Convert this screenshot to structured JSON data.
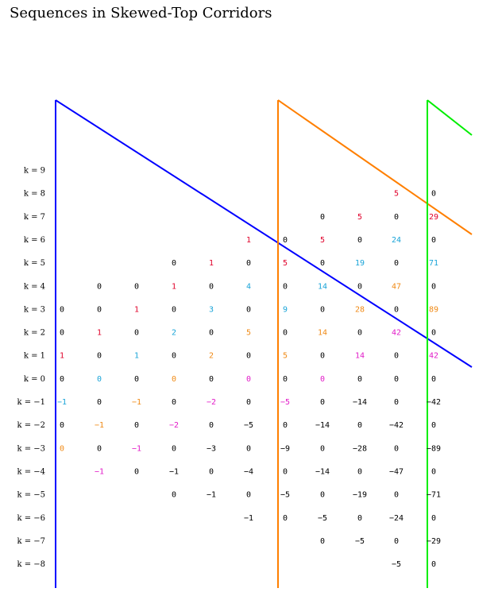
{
  "title": "Sequences in Skewed-Top Corridors",
  "colors": {
    "red": "#e0002a",
    "cyan": "#1aa4d8",
    "orange": "#f08a16",
    "magenta": "#e21cc8",
    "black": "#000000",
    "corridor_blue": "#0000ff",
    "corridor_orange": "#ff7f00",
    "corridor_green": "#00ee00"
  },
  "row_labels": [
    "k = 9",
    "k = 8",
    "k = 7",
    "k = 6",
    "k = 5",
    "k = 4",
    "k = 3",
    "k = 2",
    "k = 1",
    "k = 0",
    "k = −1",
    "k = −2",
    "k = −3",
    "k = −4",
    "k = −5",
    "k = −6",
    "k = −7",
    "k = −8"
  ],
  "cells": [
    {
      "k": 3,
      "c": 0,
      "t": "0",
      "col": "black"
    },
    {
      "k": 2,
      "c": 0,
      "t": "0",
      "col": "black"
    },
    {
      "k": 1,
      "c": 0,
      "t": "1",
      "col": "red"
    },
    {
      "k": 0,
      "c": 0,
      "t": "0",
      "col": "black"
    },
    {
      "k": -1,
      "c": 0,
      "t": "−1",
      "col": "cyan"
    },
    {
      "k": -2,
      "c": 0,
      "t": "0",
      "col": "black"
    },
    {
      "k": -3,
      "c": 0,
      "t": "0",
      "col": "orange"
    },
    {
      "k": 4,
      "c": 1,
      "t": "0",
      "col": "black"
    },
    {
      "k": 3,
      "c": 1,
      "t": "0",
      "col": "black"
    },
    {
      "k": 2,
      "c": 1,
      "t": "1",
      "col": "red"
    },
    {
      "k": 1,
      "c": 1,
      "t": "0",
      "col": "black"
    },
    {
      "k": 0,
      "c": 1,
      "t": "0",
      "col": "cyan"
    },
    {
      "k": -1,
      "c": 1,
      "t": "0",
      "col": "black"
    },
    {
      "k": -2,
      "c": 1,
      "t": "−1",
      "col": "orange"
    },
    {
      "k": -3,
      "c": 1,
      "t": "0",
      "col": "black"
    },
    {
      "k": -4,
      "c": 1,
      "t": "−1",
      "col": "magenta"
    },
    {
      "k": 4,
      "c": 2,
      "t": "0",
      "col": "black"
    },
    {
      "k": 3,
      "c": 2,
      "t": "1",
      "col": "red"
    },
    {
      "k": 2,
      "c": 2,
      "t": "0",
      "col": "black"
    },
    {
      "k": 1,
      "c": 2,
      "t": "1",
      "col": "cyan"
    },
    {
      "k": 0,
      "c": 2,
      "t": "0",
      "col": "black"
    },
    {
      "k": -1,
      "c": 2,
      "t": "−1",
      "col": "orange"
    },
    {
      "k": -2,
      "c": 2,
      "t": "0",
      "col": "black"
    },
    {
      "k": -3,
      "c": 2,
      "t": "−1",
      "col": "magenta"
    },
    {
      "k": -4,
      "c": 2,
      "t": "0",
      "col": "black"
    },
    {
      "k": 5,
      "c": 3,
      "t": "0",
      "col": "black"
    },
    {
      "k": 4,
      "c": 3,
      "t": "1",
      "col": "red"
    },
    {
      "k": 3,
      "c": 3,
      "t": "0",
      "col": "black"
    },
    {
      "k": 2,
      "c": 3,
      "t": "2",
      "col": "cyan"
    },
    {
      "k": 1,
      "c": 3,
      "t": "0",
      "col": "black"
    },
    {
      "k": 0,
      "c": 3,
      "t": "0",
      "col": "orange"
    },
    {
      "k": -1,
      "c": 3,
      "t": "0",
      "col": "black"
    },
    {
      "k": -2,
      "c": 3,
      "t": "−2",
      "col": "magenta"
    },
    {
      "k": -3,
      "c": 3,
      "t": "0",
      "col": "black"
    },
    {
      "k": -4,
      "c": 3,
      "t": "−1",
      "col": "black"
    },
    {
      "k": -5,
      "c": 3,
      "t": "0",
      "col": "black"
    },
    {
      "k": 5,
      "c": 4,
      "t": "1",
      "col": "red"
    },
    {
      "k": 4,
      "c": 4,
      "t": "0",
      "col": "black"
    },
    {
      "k": 3,
      "c": 4,
      "t": "3",
      "col": "cyan"
    },
    {
      "k": 2,
      "c": 4,
      "t": "0",
      "col": "black"
    },
    {
      "k": 1,
      "c": 4,
      "t": "2",
      "col": "orange"
    },
    {
      "k": 0,
      "c": 4,
      "t": "0",
      "col": "black"
    },
    {
      "k": -1,
      "c": 4,
      "t": "−2",
      "col": "magenta"
    },
    {
      "k": -2,
      "c": 4,
      "t": "0",
      "col": "black"
    },
    {
      "k": -3,
      "c": 4,
      "t": "−3",
      "col": "black"
    },
    {
      "k": -4,
      "c": 4,
      "t": "0",
      "col": "black"
    },
    {
      "k": -5,
      "c": 4,
      "t": "−1",
      "col": "black"
    },
    {
      "k": 6,
      "c": 5,
      "t": "1",
      "col": "red"
    },
    {
      "k": 5,
      "c": 5,
      "t": "0",
      "col": "black"
    },
    {
      "k": 4,
      "c": 5,
      "t": "4",
      "col": "cyan"
    },
    {
      "k": 3,
      "c": 5,
      "t": "0",
      "col": "black"
    },
    {
      "k": 2,
      "c": 5,
      "t": "5",
      "col": "orange"
    },
    {
      "k": 1,
      "c": 5,
      "t": "0",
      "col": "black"
    },
    {
      "k": 0,
      "c": 5,
      "t": "0",
      "col": "magenta"
    },
    {
      "k": -1,
      "c": 5,
      "t": "0",
      "col": "black"
    },
    {
      "k": -2,
      "c": 5,
      "t": "−5",
      "col": "black"
    },
    {
      "k": -3,
      "c": 5,
      "t": "0",
      "col": "black"
    },
    {
      "k": -4,
      "c": 5,
      "t": "−4",
      "col": "black"
    },
    {
      "k": -5,
      "c": 5,
      "t": "0",
      "col": "black"
    },
    {
      "k": -6,
      "c": 5,
      "t": "−1",
      "col": "black"
    },
    {
      "k": 6,
      "c": 6,
      "t": "0",
      "col": "black"
    },
    {
      "k": 5,
      "c": 6,
      "t": "5",
      "col": "red"
    },
    {
      "k": 4,
      "c": 6,
      "t": "0",
      "col": "black"
    },
    {
      "k": 3,
      "c": 6,
      "t": "9",
      "col": "cyan"
    },
    {
      "k": 2,
      "c": 6,
      "t": "0",
      "col": "black"
    },
    {
      "k": 1,
      "c": 6,
      "t": "5",
      "col": "orange"
    },
    {
      "k": 0,
      "c": 6,
      "t": "0",
      "col": "black"
    },
    {
      "k": -1,
      "c": 6,
      "t": "−5",
      "col": "magenta"
    },
    {
      "k": -2,
      "c": 6,
      "t": "0",
      "col": "black"
    },
    {
      "k": -3,
      "c": 6,
      "t": "−9",
      "col": "black"
    },
    {
      "k": -4,
      "c": 6,
      "t": "0",
      "col": "black"
    },
    {
      "k": -5,
      "c": 6,
      "t": "−5",
      "col": "black"
    },
    {
      "k": -6,
      "c": 6,
      "t": "0",
      "col": "black"
    },
    {
      "k": 7,
      "c": 7,
      "t": "0",
      "col": "black"
    },
    {
      "k": 6,
      "c": 7,
      "t": "5",
      "col": "red"
    },
    {
      "k": 5,
      "c": 7,
      "t": "0",
      "col": "black"
    },
    {
      "k": 4,
      "c": 7,
      "t": "14",
      "col": "cyan"
    },
    {
      "k": 3,
      "c": 7,
      "t": "0",
      "col": "black"
    },
    {
      "k": 2,
      "c": 7,
      "t": "14",
      "col": "orange"
    },
    {
      "k": 1,
      "c": 7,
      "t": "0",
      "col": "black"
    },
    {
      "k": 0,
      "c": 7,
      "t": "0",
      "col": "magenta"
    },
    {
      "k": -1,
      "c": 7,
      "t": "0",
      "col": "black"
    },
    {
      "k": -2,
      "c": 7,
      "t": "−14",
      "col": "black"
    },
    {
      "k": -3,
      "c": 7,
      "t": "0",
      "col": "black"
    },
    {
      "k": -4,
      "c": 7,
      "t": "−14",
      "col": "black"
    },
    {
      "k": -5,
      "c": 7,
      "t": "0",
      "col": "black"
    },
    {
      "k": -6,
      "c": 7,
      "t": "−5",
      "col": "black"
    },
    {
      "k": -7,
      "c": 7,
      "t": "0",
      "col": "black"
    },
    {
      "k": 7,
      "c": 8,
      "t": "5",
      "col": "red"
    },
    {
      "k": 6,
      "c": 8,
      "t": "0",
      "col": "black"
    },
    {
      "k": 5,
      "c": 8,
      "t": "19",
      "col": "cyan"
    },
    {
      "k": 4,
      "c": 8,
      "t": "0",
      "col": "black"
    },
    {
      "k": 3,
      "c": 8,
      "t": "28",
      "col": "orange"
    },
    {
      "k": 2,
      "c": 8,
      "t": "0",
      "col": "black"
    },
    {
      "k": 1,
      "c": 8,
      "t": "14",
      "col": "magenta"
    },
    {
      "k": 0,
      "c": 8,
      "t": "0",
      "col": "black"
    },
    {
      "k": -1,
      "c": 8,
      "t": "−14",
      "col": "black"
    },
    {
      "k": -2,
      "c": 8,
      "t": "0",
      "col": "black"
    },
    {
      "k": -3,
      "c": 8,
      "t": "−28",
      "col": "black"
    },
    {
      "k": -4,
      "c": 8,
      "t": "0",
      "col": "black"
    },
    {
      "k": -5,
      "c": 8,
      "t": "−19",
      "col": "black"
    },
    {
      "k": -6,
      "c": 8,
      "t": "0",
      "col": "black"
    },
    {
      "k": -7,
      "c": 8,
      "t": "−5",
      "col": "black"
    },
    {
      "k": 8,
      "c": 9,
      "t": "5",
      "col": "red"
    },
    {
      "k": 7,
      "c": 9,
      "t": "0",
      "col": "black"
    },
    {
      "k": 6,
      "c": 9,
      "t": "24",
      "col": "cyan"
    },
    {
      "k": 5,
      "c": 9,
      "t": "0",
      "col": "black"
    },
    {
      "k": 4,
      "c": 9,
      "t": "47",
      "col": "orange"
    },
    {
      "k": 3,
      "c": 9,
      "t": "0",
      "col": "black"
    },
    {
      "k": 2,
      "c": 9,
      "t": "42",
      "col": "magenta"
    },
    {
      "k": 1,
      "c": 9,
      "t": "0",
      "col": "black"
    },
    {
      "k": 0,
      "c": 9,
      "t": "0",
      "col": "black"
    },
    {
      "k": -1,
      "c": 9,
      "t": "0",
      "col": "black"
    },
    {
      "k": -2,
      "c": 9,
      "t": "−42",
      "col": "black"
    },
    {
      "k": -3,
      "c": 9,
      "t": "0",
      "col": "black"
    },
    {
      "k": -4,
      "c": 9,
      "t": "−47",
      "col": "black"
    },
    {
      "k": -5,
      "c": 9,
      "t": "0",
      "col": "black"
    },
    {
      "k": -6,
      "c": 9,
      "t": "−24",
      "col": "black"
    },
    {
      "k": -7,
      "c": 9,
      "t": "0",
      "col": "black"
    },
    {
      "k": -8,
      "c": 9,
      "t": "−5",
      "col": "black"
    },
    {
      "k": 8,
      "c": 10,
      "t": "0",
      "col": "black"
    },
    {
      "k": 7,
      "c": 10,
      "t": "29",
      "col": "red"
    },
    {
      "k": 6,
      "c": 10,
      "t": "0",
      "col": "black"
    },
    {
      "k": 5,
      "c": 10,
      "t": "71",
      "col": "cyan"
    },
    {
      "k": 4,
      "c": 10,
      "t": "0",
      "col": "black"
    },
    {
      "k": 3,
      "c": 10,
      "t": "89",
      "col": "orange"
    },
    {
      "k": 2,
      "c": 10,
      "t": "0",
      "col": "black"
    },
    {
      "k": 1,
      "c": 10,
      "t": "42",
      "col": "magenta"
    },
    {
      "k": 0,
      "c": 10,
      "t": "0",
      "col": "black"
    },
    {
      "k": -1,
      "c": 10,
      "t": "−42",
      "col": "black"
    },
    {
      "k": -2,
      "c": 10,
      "t": "0",
      "col": "black"
    },
    {
      "k": -3,
      "c": 10,
      "t": "−89",
      "col": "black"
    },
    {
      "k": -4,
      "c": 10,
      "t": "0",
      "col": "black"
    },
    {
      "k": -5,
      "c": 10,
      "t": "−71",
      "col": "black"
    },
    {
      "k": -6,
      "c": 10,
      "t": "0",
      "col": "black"
    },
    {
      "k": -7,
      "c": 10,
      "t": "−29",
      "col": "black"
    },
    {
      "k": -8,
      "c": 10,
      "t": "0",
      "col": "black"
    }
  ]
}
